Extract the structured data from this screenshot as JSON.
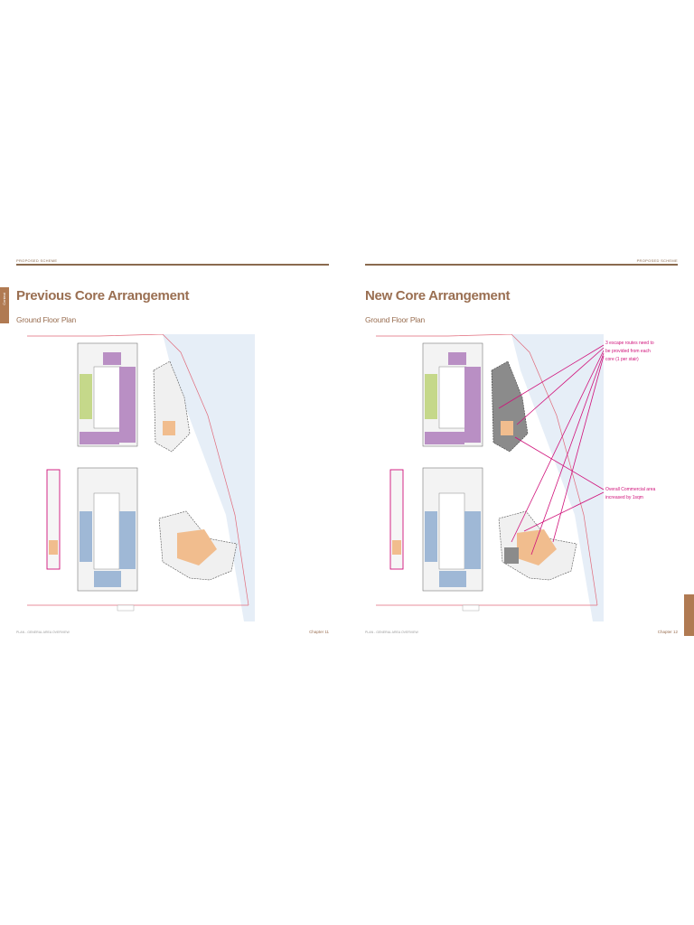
{
  "left_page": {
    "header": "PROPOSED SCHEME",
    "side_tab": "Context",
    "title": "Previous Core Arrangement",
    "subtitle": "Ground Floor Plan",
    "footer_left": "PLAN - GENERAL AREA OVERVIEW",
    "footer_right": "Chapter 11"
  },
  "right_page": {
    "header": "PROPOSED SCHEME",
    "title": "New Core Arrangement",
    "subtitle": "Ground Floor Plan",
    "footer_left": "PLAN - GENERAL AREA OVERVIEW",
    "footer_right": "Chapter 12",
    "annotations": [
      {
        "text": "3 escape routes need to be provided from each core (1 per stair)"
      },
      {
        "text": "Overall Commercial area increased by 1sqm"
      }
    ]
  },
  "colors": {
    "accent": "#9a6f52",
    "rule": "#8a6a4e",
    "tab": "#b07a52",
    "annotation": "#d0117a",
    "plan_purple": "#b98fc4",
    "plan_green": "#c5d88a",
    "plan_blue": "#9fb8d6",
    "plan_orange": "#f1bd8e",
    "water": "#e6eef7"
  }
}
